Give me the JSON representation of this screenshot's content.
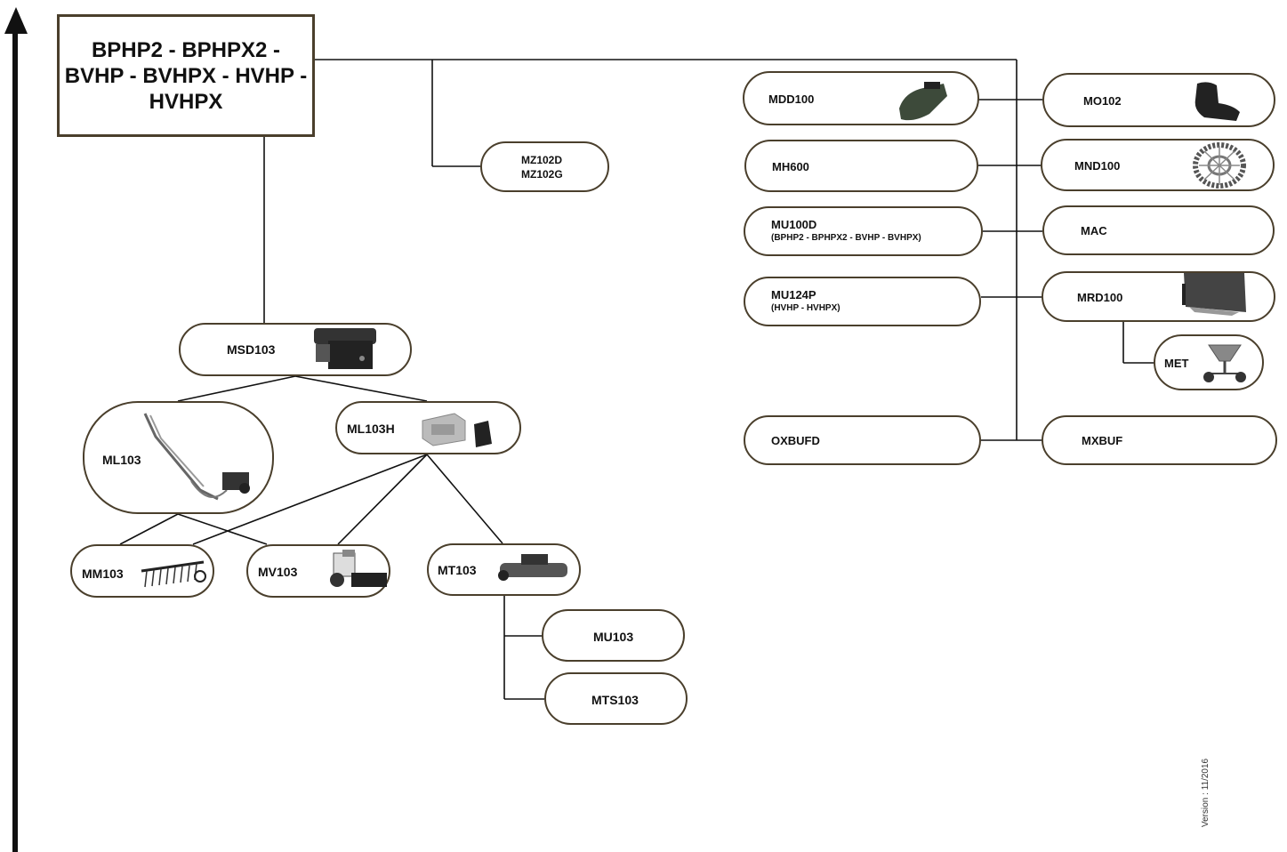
{
  "root": {
    "label": "BPHP2 - BPHPX2 - BVHP - BVHPX - HVHP - HVHPX"
  },
  "nodes": {
    "mz102": {
      "line1": "MZ102D",
      "line2": "MZ102G"
    },
    "msd103": {
      "label": "MSD103"
    },
    "ml103": {
      "label": "ML103"
    },
    "ml103h": {
      "label": "ML103H"
    },
    "mm103": {
      "label": "MM103"
    },
    "mv103": {
      "label": "MV103"
    },
    "mt103": {
      "label": "MT103"
    },
    "mu103": {
      "label": "MU103"
    },
    "mts103": {
      "label": "MTS103"
    },
    "mdd100": {
      "label": "MDD100"
    },
    "mh600": {
      "label": "MH600"
    },
    "mu100d": {
      "label": "MU100D",
      "sub": "(BPHP2 - BPHPX2 - BVHP - BVHPX)"
    },
    "mu124p": {
      "label": "MU124P",
      "sub": "(HVHP - HVHPX)"
    },
    "oxbufd": {
      "label": "OXBUFD"
    },
    "mo102": {
      "label": "MO102"
    },
    "mnd100": {
      "label": "MND100"
    },
    "mac": {
      "label": "MAC"
    },
    "mrd100": {
      "label": "MRD100"
    },
    "met": {
      "label": "MET"
    },
    "mxbuf": {
      "label": "MXBUF"
    }
  },
  "icons": [
    "arrow-up-icon",
    "seat-icon",
    "chain-icon",
    "snow-plow-icon",
    "spreader-icon",
    "broom-icon",
    "loader-arm-icon"
  ],
  "colors": {
    "border": "#4a3f2c",
    "line": "#111111"
  },
  "footer": {
    "version": "Version : 11/2016"
  }
}
